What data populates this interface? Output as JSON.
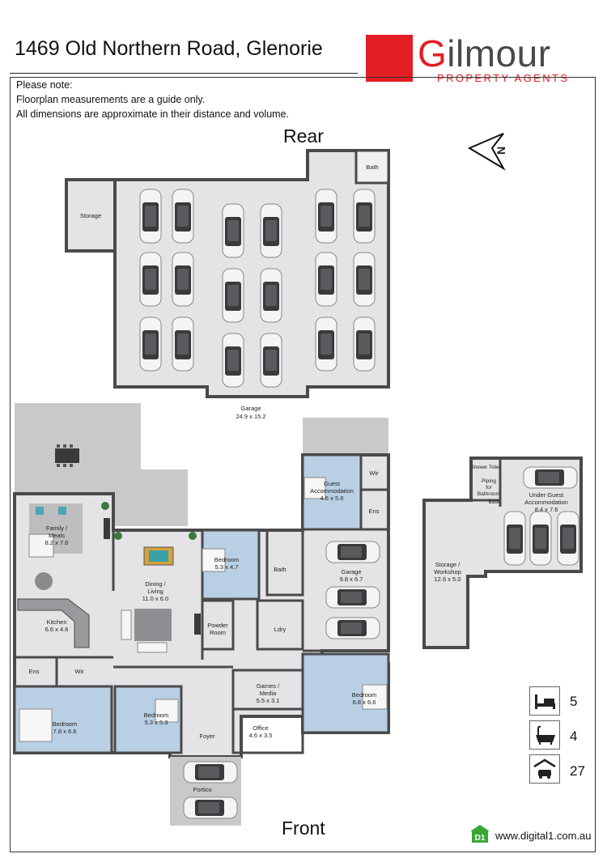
{
  "header": {
    "title": "1469 Old Northern Road, Glenorie",
    "logo_word_first": "G",
    "logo_word_rest": "ilmour",
    "logo_sub": "PROPERTY AGENTS",
    "brand_color": "#e31e24"
  },
  "notes": [
    "Please note:",
    "Floorplan measurements are a guide only.",
    "All dimensions are approximate in their distance and volume."
  ],
  "orientation": {
    "rear": "Rear",
    "front": "Front",
    "north_letter": "N"
  },
  "rooms": {
    "storage_top": "Storage",
    "bath_top": "Bath",
    "garage_big": {
      "name": "Garage",
      "dims": "24.9 x 15.2"
    },
    "family": {
      "name": "Family /",
      "name2": "Meals",
      "dims": "8.2 x 7.6"
    },
    "dining": {
      "name": "Dining /",
      "name2": "Living",
      "dims": "11.0 x 6.0"
    },
    "kitchen": {
      "name": "Kitchen",
      "dims": "6.6 x 4.6"
    },
    "bedroom_a": {
      "name": "Bedroom",
      "dims": "5.3 x 4.7"
    },
    "bath_mid": "Bath",
    "powder": {
      "name": "Powder",
      "name2": "Room"
    },
    "laundry": "Ldry",
    "guest": {
      "name": "Guest",
      "name2": "Accommodation",
      "dims": "4.6 x 5.6"
    },
    "wir_guest": "Wir",
    "ens_guest": "Ens",
    "garage_mid": {
      "name": "Garage",
      "dims": "9.8 x 6.7"
    },
    "ens_left": "Ens",
    "wir_left": "Wir",
    "bedroom_master": {
      "name": "Bedroom",
      "dims": "7.8 x 6.6"
    },
    "bedroom_b": {
      "name": "Bedroom",
      "dims": "5.3 x 5.3"
    },
    "foyer": "Foyer",
    "games": {
      "name": "Games /",
      "name2": "Media",
      "dims": "5.5 x 3.1"
    },
    "office": {
      "name": "Office",
      "dims": "4.6 x 3.5"
    },
    "bedroom_c": {
      "name": "Bedroom",
      "dims": "6.8 x 6.6"
    },
    "portico": "Portico",
    "shower": "Shower",
    "toilet": "Toilet",
    "piping": {
      "l1": "Piping",
      "l2": "for",
      "l3": "Bathroom"
    },
    "basin": "Basin",
    "under_guest": {
      "name": "Under Guest",
      "name2": "Accommodation",
      "dims": "8.4 x 7.6"
    },
    "storage_ws": {
      "name": "Storage /",
      "name2": "Workshop",
      "dims": "12.6 x 5.0"
    }
  },
  "stats": {
    "bedrooms": "5",
    "bathrooms": "4",
    "car_spaces": "27",
    "icons": [
      "bed-icon",
      "bathtub-icon",
      "garage-car-icon"
    ]
  },
  "footer": {
    "website": "www.digital1.com.au",
    "badge": "D1",
    "badge_color": "#3aa635"
  },
  "colors": {
    "floor_grey": "#e4e4e6",
    "wall": "#4a4a4a",
    "bedroom_blue": "#b9cfe3",
    "outdoor": "#c9c9cb"
  }
}
